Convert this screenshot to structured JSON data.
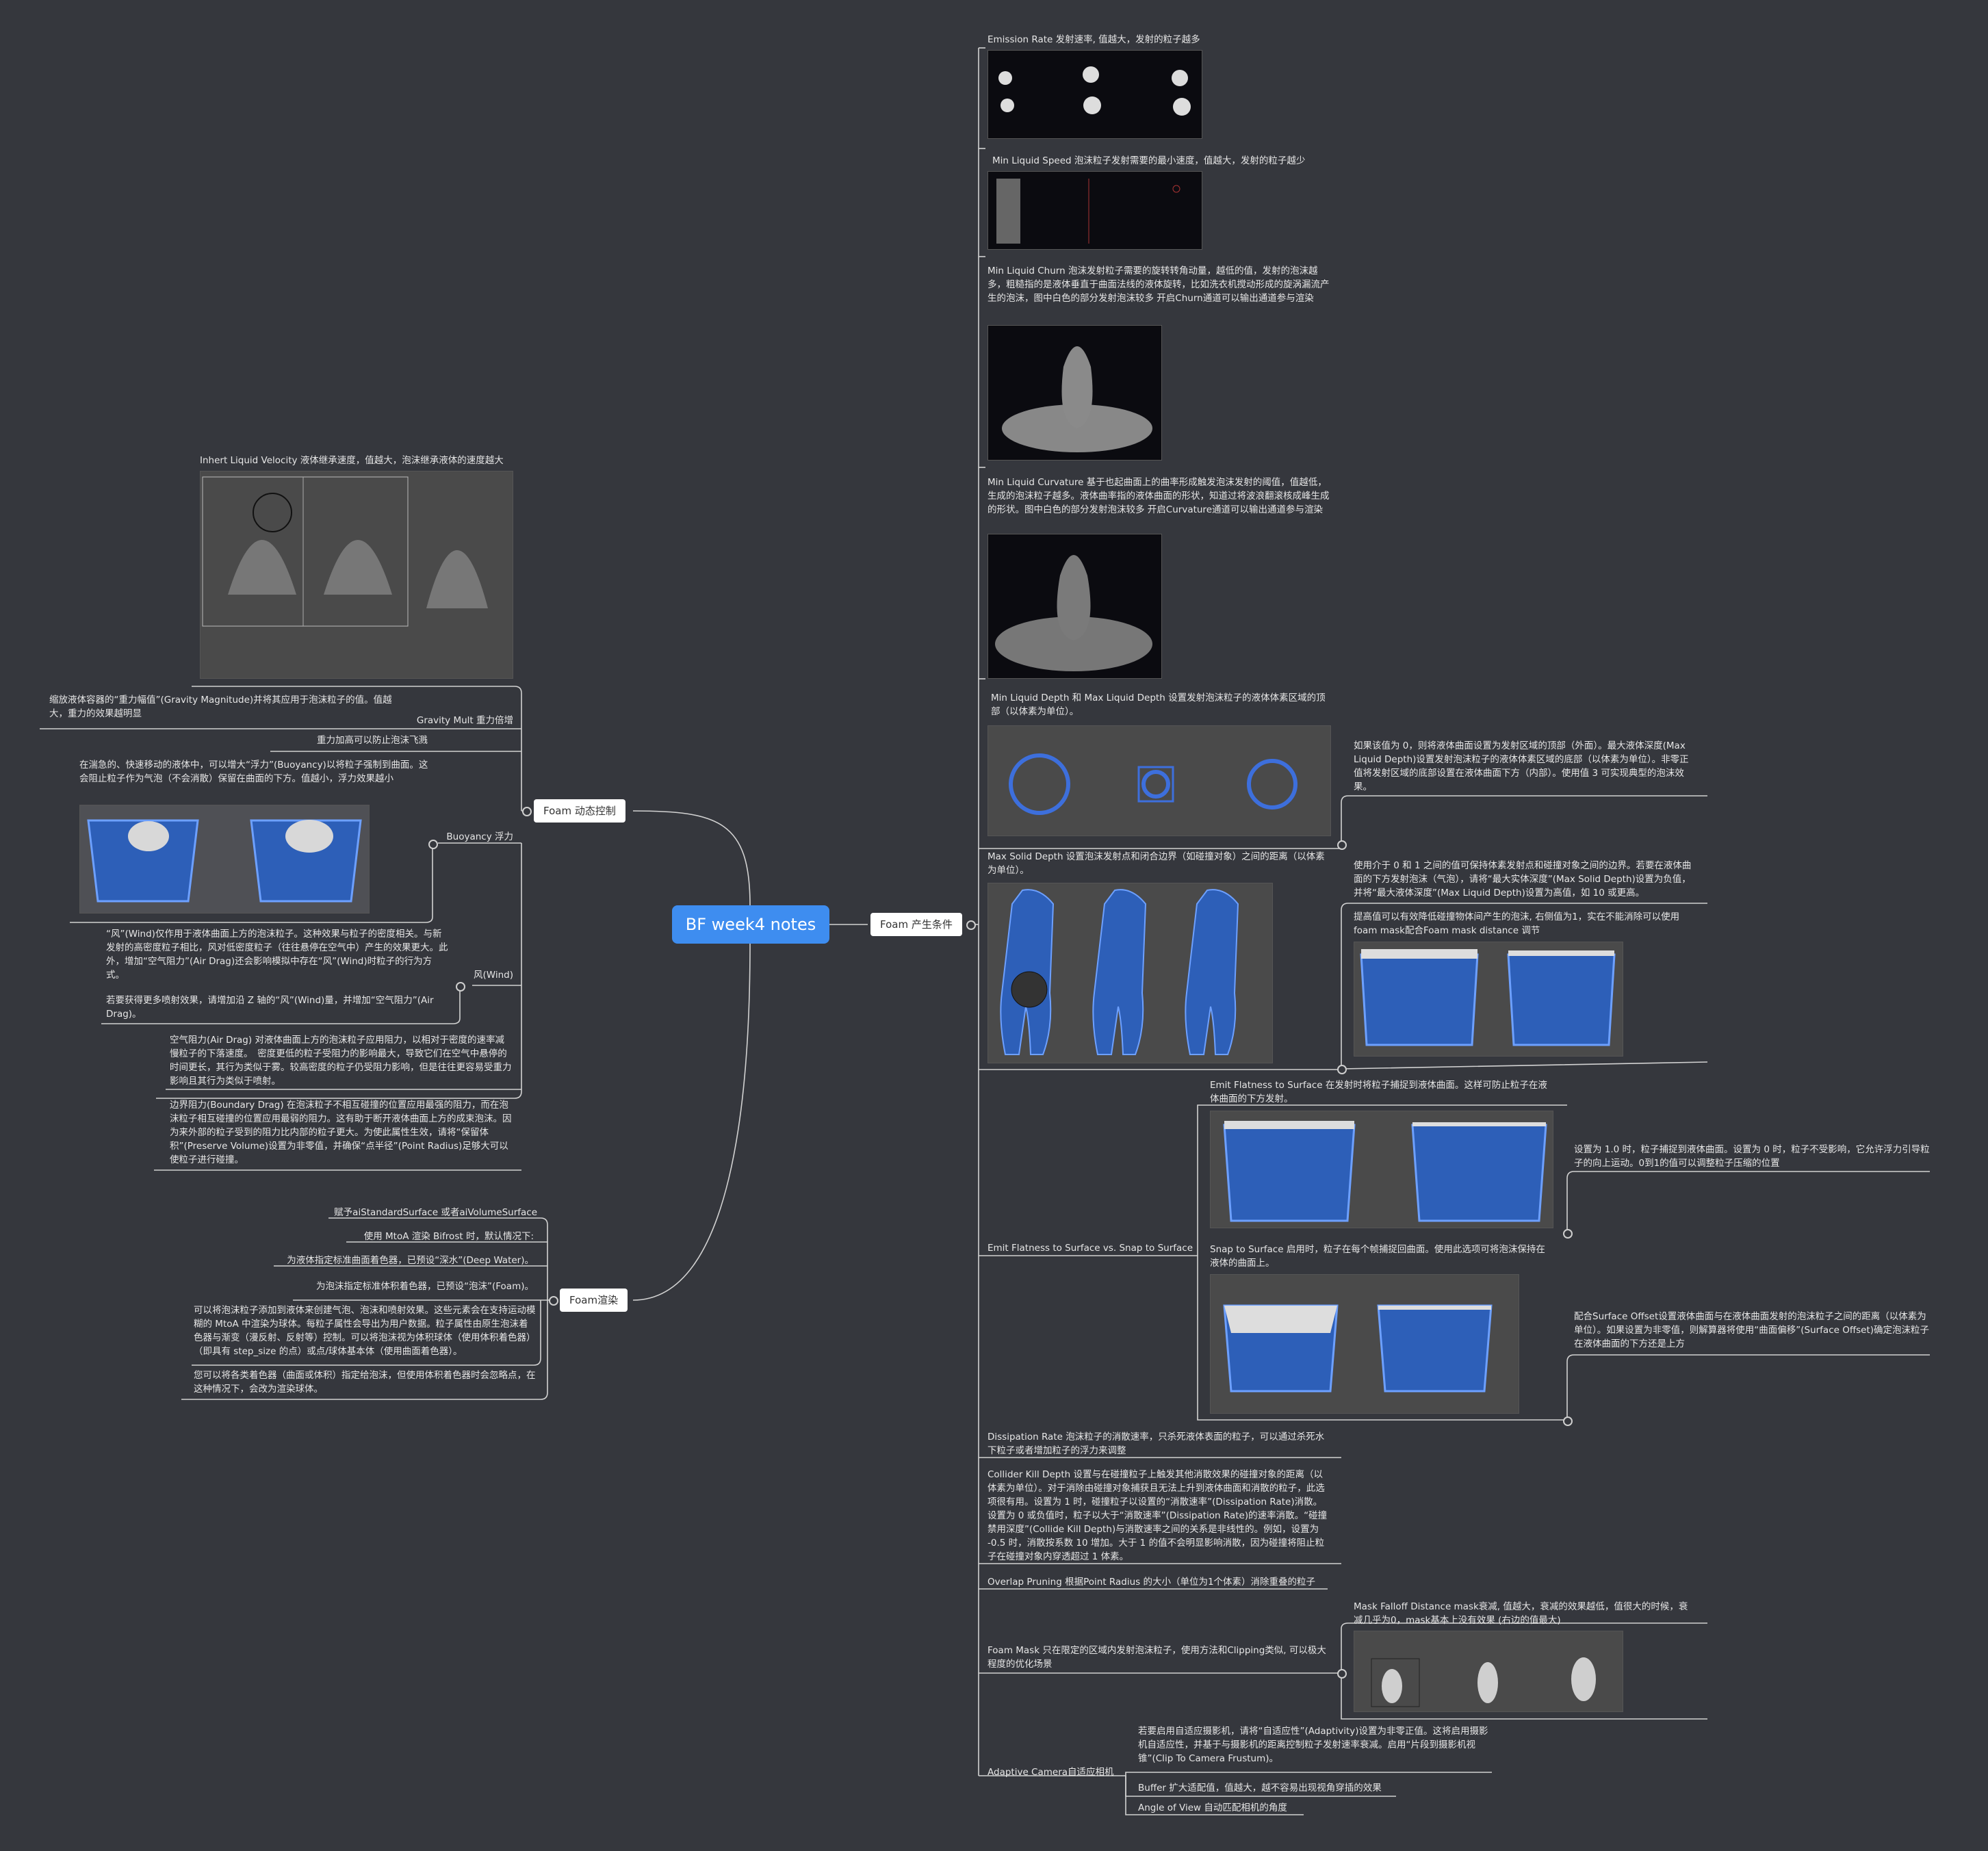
{
  "root": "BF week4 notes",
  "branches": {
    "dynamics": "Foam 动态控制",
    "render": "Foam渲染",
    "generate": "Foam 产生条件"
  },
  "left": {
    "inherit": "Inhert Liquid Velocity 液体继承速度，值越大，泡沫继承液体的速度越大",
    "gravity_desc": "缩放液体容器的“重力幅值”(Gravity Magnitude)并将其应用于泡沫粒子的值。值越大，重力的效果越明显",
    "gravity_label": "Gravity Mult 重力倍增",
    "gravity_note": "重力加高可以防止泡沫飞溅",
    "buoyancy_desc": "在湍急的、快速移动的液体中，可以增大“浮力”(Buoyancy)以将粒子强制到曲面。这会阻止粒子作为气泡（不会消散）保留在曲面的下方。值越小，浮力效果越小",
    "buoyancy_label": "Buoyancy 浮力",
    "wind_desc": "“风”(Wind)仅作用于液体曲面上方的泡沫粒子。这种效果与粒子的密度相关。与新发射的高密度粒子相比，风对低密度粒子（往往悬停在空气中）产生的效果更大。此外，增加“空气阻力”(Air Drag)还会影响模拟中存在“风”(Wind)时粒子的行为方式。",
    "wind_label": "风(Wind)",
    "wind_tip": "若要获得更多喷射效果，请增加沿 Z 轴的“风”(Wind)量，并增加“空气阻力”(Air Drag)。",
    "airdrag": "空气阻力(Air Drag) 对液体曲面上方的泡沫粒子应用阻力，以相对于密度的速率减慢粒子的下落速度。　密度更低的粒子受阻力的影响最大，导致它们在空气中悬停的时间更长，其行为类似于雾。较高密度的粒子仍受阻力影响，但是往往更容易受重力影响且其行为类似于喷射。",
    "boundary": "边界阻力(Boundary Drag) 在泡沫粒子不相互碰撞的位置应用最强的阻力，而在泡沫粒子相互碰撞的位置应用最弱的阻力。这有助于断开液体曲面上方的成束泡沫。因为来外部的粒子受到的阻力比内部的粒子更大。为使此属性生效，请将“保留体积”(Preserve Volume)设置为非零值，并确保“点半径”(Point Radius)足够大可以使粒子进行碰撞。",
    "r1": "赋予aiStandardSurface 或者aiVolumeSurface",
    "r2": "使用 MtoA 渲染 Bifrost 时，默认情况下:",
    "r3": "为液体指定标准曲面着色器，已预设“深水”(Deep Water)。",
    "r4": "为泡沫指定标准体积着色器，已预设“泡沫”(Foam)。",
    "r5": "可以将泡沫粒子添加到液体来创建气泡、泡沫和喷射效果。这些元素会在支持运动模糊的 MtoA 中渲染为球体。每粒子属性会导出为用户数据。粒子属性由原生泡沫着色器与渐变（漫反射、反射等）控制。可以将泡沫视为体积球体（使用体积着色器）（即具有 step_size 的点）或点/球体基本体（使用曲面着色器）。",
    "r6": "您可以将各类着色器（曲面或体积）指定给泡沫，但使用体积着色器时会忽略点，在这种情况下，会改为渲染球体。"
  },
  "right": {
    "emission": "Emission Rate 发射速率, 值越大，发射的粒子越多",
    "minspeed": "Min Liquid Speed 泡沫粒子发射需要的最小速度，值越大，发射的粒子越少",
    "churn": "Min Liquid Churn 泡沫发射粒子需要的旋转转角动量，越低的值，发射的泡沫越多，粗糙指的是液体垂直于曲面法线的液体旋转，比如洗衣机搅动形成的旋涡漏流产生的泡沫，图中白色的部分发射泡沫较多 开启Churn通道可以输出通道参与渲染",
    "curvature": "Min Liquid Curvature 基于也起曲面上的曲率形成触发泡沫发射的阈值，值越低，生成的泡沫粒子越多。液体曲率指的液体曲面的形状，知道过将波浪翻滚核成峰生成的形状。图中白色的部分发射泡沫较多 开启Curvature通道可以输出通道参与渲染",
    "depth": "Min Liquid Depth 和 Max Liquid Depth 设置发射泡沫粒子的液体体素区域的顶部（以体素为单位）。",
    "depth_note": "如果该值为 0，则将液体曲面设置为发射区域的顶部（外面）。最大液体深度(Max Liquid Depth)设置发射泡沫粒子的液体体素区域的底部（以体素为单位）。非零正值将发射区域的底部设置在液体曲面下方（内部）。使用值 3 可实现典型的泡沫效果。",
    "solid": "Max Solid Depth 设置泡沫发射点和闭合边界（如碰撞对象）之间的距离（以体素为单位）。",
    "solid_note1": "使用介于 0 和 1 之间的值可保持体素发射点和碰撞对象之间的边界。若要在液体曲面的下方发射泡沫（气泡），请将“最大实体深度”(Max Solid Depth)设置为负值，并将“最大液体深度”(Max Liquid Depth)设置为高值，如 10 或更高。",
    "solid_note2": "提高值可以有效降低碰撞物体间产生的泡沫, 右侧值为1，实在不能消除可以使用foam mask配合Foam mask distance 调节",
    "emit_flat": "Emit Flatness to Surface  在发射时将粒子捕捉到液体曲面。这样可防止粒子在液体曲面的下方发射。",
    "emit_flat_note": "设置为 1.0 时，粒子捕捉到液体曲面。设置为 0 时，粒子不受影响，它允许浮力引导粒子的向上运动。0到1的值可以调整粒子压缩的位置",
    "vs": "Emit Flatness to Surface vs. Snap to Surface",
    "snap": "Snap to Surface 启用时，粒子在每个帧捕捉回曲面。使用此选项可将泡沫保持在液体的曲面上。",
    "snap_note": "配合Surface Offset设置液体曲面与在液体曲面发射的泡沫粒子之间的距离（以体素为单位）。如果设置为非零值，则解算器将使用“曲面偏移”(Surface Offset)确定泡沫粒子在液体曲面的下方还是上方",
    "dissipation": "Dissipation Rate 泡沫粒子的消散速率，只杀死液体表面的粒子，可以通过杀死水下粒子或者增加粒子的浮力来调整",
    "collider": "Collider Kill Depth 设置与在碰撞粒子上触发其他消散效果的碰撞对象的距离（以体素为单位）。对于消除由碰撞对象捕获且无法上升到液体曲面和消散的粒子，此选项很有用。设置为 1 时，碰撞粒子以设置的“消散速率”(Dissipation Rate)消散。设置为 0 或负值时，粒子以大于“消散速率”(Dissipation Rate)的速率消散。“碰撞禁用深度”(Collide Kill Depth)与消散速率之间的关系是非线性的。例如，设置为 -0.5 时，消散按系数 10 增加。大于 1 的值不会明显影响消散，因为碰撞将阻止粒子在碰撞对象内穿透超过 1 体素。",
    "overlap": "Overlap Pruning 根据Point Radius 的大小（单位为1个体素）消除重叠的粒子",
    "mask_note": "Mask Falloff Distance mask衰减, 值越大，衰减的效果越低，值很大的时候，衰减几乎为0，mask基本上没有效果 (右边的值最大)",
    "mask": "Foam Mask 只在限定的区域内发射泡沫粒子，使用方法和Clipping类似, 可以极大程度的优化场景",
    "adaptive_note": "若要启用自适应摄影机，请将“自适应性”(Adaptivity)设置为非零正值。这将启用摄影机自适应性，并基于与摄影机的距离控制粒子发射速率衰减。启用“片段到摄影机视锥”(Clip To Camera Frustum)。",
    "adaptive": "Adaptive Camera自适应相机",
    "buffer": "Buffer 扩大适配值，值越大，越不容易出现视角穿插的效果",
    "angle": "Angle of View 自动匹配相机的角度"
  }
}
